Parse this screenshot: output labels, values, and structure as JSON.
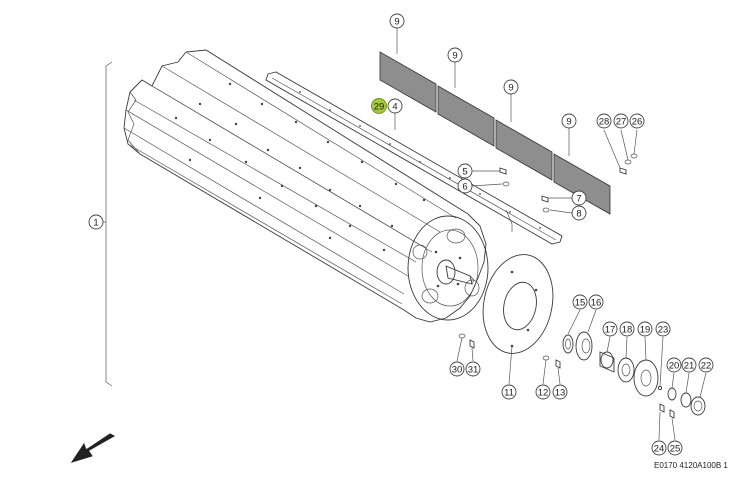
{
  "drawing_code": "E0170 4120A100B 1",
  "callouts": [
    {
      "id": "c1",
      "num": "1"
    },
    {
      "id": "c4",
      "num": "4"
    },
    {
      "id": "c29",
      "num": "29",
      "highlight": true
    },
    {
      "id": "c5",
      "num": "5"
    },
    {
      "id": "c6",
      "num": "6"
    },
    {
      "id": "c7",
      "num": "7"
    },
    {
      "id": "c8",
      "num": "8"
    },
    {
      "id": "c9a",
      "num": "9"
    },
    {
      "id": "c9b",
      "num": "9"
    },
    {
      "id": "c9c",
      "num": "9"
    },
    {
      "id": "c9d",
      "num": "9"
    },
    {
      "id": "c28",
      "num": "28"
    },
    {
      "id": "c27",
      "num": "27"
    },
    {
      "id": "c26",
      "num": "26"
    },
    {
      "id": "c15",
      "num": "15"
    },
    {
      "id": "c16",
      "num": "16"
    },
    {
      "id": "c17",
      "num": "17"
    },
    {
      "id": "c18",
      "num": "18"
    },
    {
      "id": "c19",
      "num": "19"
    },
    {
      "id": "c23",
      "num": "23"
    },
    {
      "id": "c20",
      "num": "20"
    },
    {
      "id": "c21",
      "num": "21"
    },
    {
      "id": "c22",
      "num": "22"
    },
    {
      "id": "c24",
      "num": "24"
    },
    {
      "id": "c25",
      "num": "25"
    },
    {
      "id": "c11",
      "num": "11"
    },
    {
      "id": "c12",
      "num": "12"
    },
    {
      "id": "c13",
      "num": "13"
    },
    {
      "id": "c30",
      "num": "30"
    },
    {
      "id": "c31",
      "num": "31"
    }
  ],
  "colors": {
    "highlight": "#a6c93a",
    "line": "#3a3a3a"
  }
}
